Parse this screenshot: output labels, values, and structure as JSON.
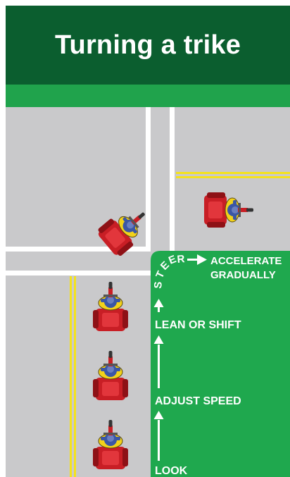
{
  "title": "Turning a trike",
  "labels": {
    "look": "LOOK",
    "adjust_speed": "ADJUST SPEED",
    "lean_or_shift": "LEAN OR SHIFT",
    "steer": [
      "S",
      "T",
      "E",
      "E",
      "R"
    ],
    "accelerate": "ACCELERATE",
    "gradually": "GRADUALLY"
  },
  "colors": {
    "header_dark": "#0b5e2f",
    "header_stripe": "#20a34c",
    "road": "#c9c9cb",
    "corner_green": "#1fa84e",
    "lane_yellow": "#f4e21d",
    "trike_red": "#d32027",
    "rider_blue": "#3b57a5",
    "rider_yellow": "#f2d21a"
  },
  "icons": [
    "trike-icon",
    "arrow-up-icon",
    "arrow-right-icon"
  ]
}
